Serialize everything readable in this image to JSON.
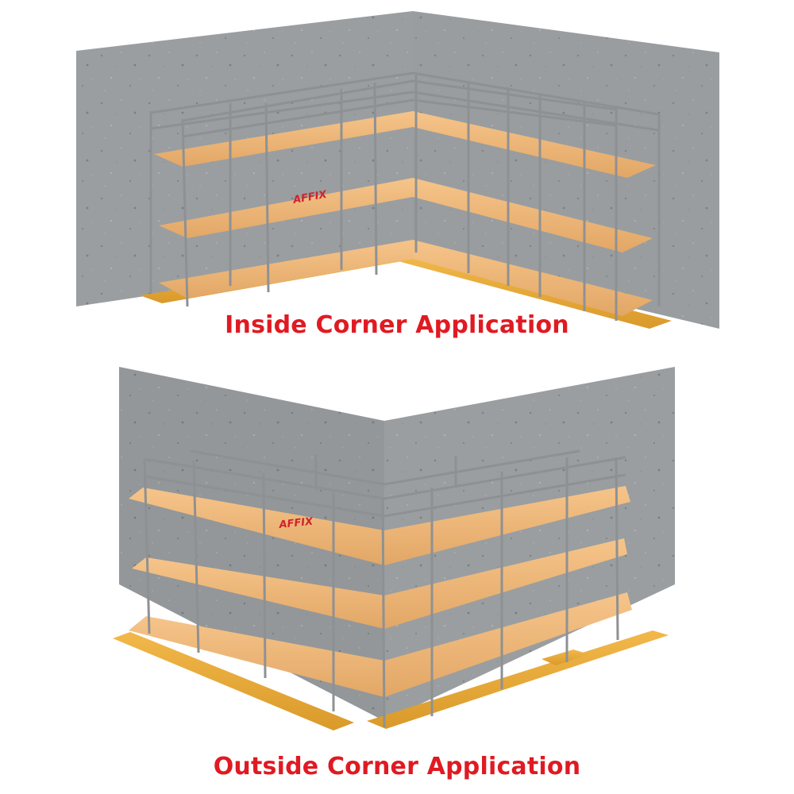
{
  "brand": {
    "logo_text": "AFFIX",
    "caption_color": "#e01a22",
    "plank_color": "#f0b679",
    "wall_color": "#9a9ea0"
  },
  "inside": {
    "caption": "Inside Corner Application"
  },
  "outside": {
    "caption": "Outside Corner Application"
  }
}
